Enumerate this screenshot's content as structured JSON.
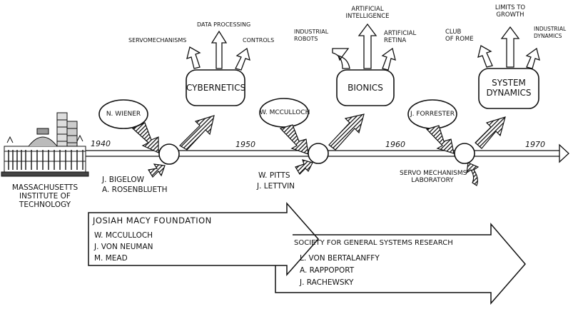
{
  "institution": {
    "label_lines": [
      "MASSACHUSETTS",
      "INSTITUTE OF",
      "TECHNOLOGY"
    ]
  },
  "timeline": {
    "years": [
      "1940",
      "1950",
      "1960",
      "1970"
    ]
  },
  "people": {
    "wiener": "N. WIENER",
    "mcculloch": "W. MCCULLOCH",
    "forrester": "J. FORRESTER",
    "bigelow": "J. BIGELOW",
    "rosenblueth": "A. ROSENBLUETH",
    "pitts": "W. PITTS",
    "lettvin": "J. LETTVIN",
    "servo_lab_lines": [
      "SERVO MECHANISMS",
      "LABORATORY"
    ]
  },
  "fields": {
    "cybernetics": "CYBERNETICS",
    "bionics": "BIONICS",
    "system_dynamics_lines": [
      "SYSTEM",
      "DYNAMICS"
    ]
  },
  "offshoots": {
    "cybernetics": [
      "SERVOMECHANISMS",
      "DATA PROCESSING",
      "CONTROLS"
    ],
    "bionics": {
      "industrial_robots": [
        "INDUSTRIAL",
        "ROBOTS"
      ],
      "artificial_intelligence": [
        "ARTIFICIAL",
        "INTELLIGENCE"
      ],
      "artificial_retina": [
        "ARTIFICIAL",
        "RETINA"
      ]
    },
    "system_dynamics": {
      "club_of_rome": [
        "CLUB",
        "OF ROME"
      ],
      "limits_to_growth": [
        "LIMITS TO",
        "GROWTH"
      ],
      "industrial_dynamics": [
        "INDUSTRIAL",
        "DYNAMICS"
      ]
    }
  },
  "foundations": {
    "macy": {
      "title": "JOSIAH MACY FOUNDATION",
      "members": [
        "W. MCCULLOCH",
        "J. VON NEUMAN",
        "M. MEAD"
      ]
    },
    "sgsr": {
      "title": "SOCIETY FOR GENERAL SYSTEMS RESEARCH",
      "members": [
        "L. VON BERTALANFFY",
        "A. RAPPOPORT",
        "J. RACHEWSKY"
      ]
    }
  },
  "colors": {
    "ink": "#111111",
    "arrow_fill": "#2a2a2a",
    "paper": "#ffffff"
  }
}
